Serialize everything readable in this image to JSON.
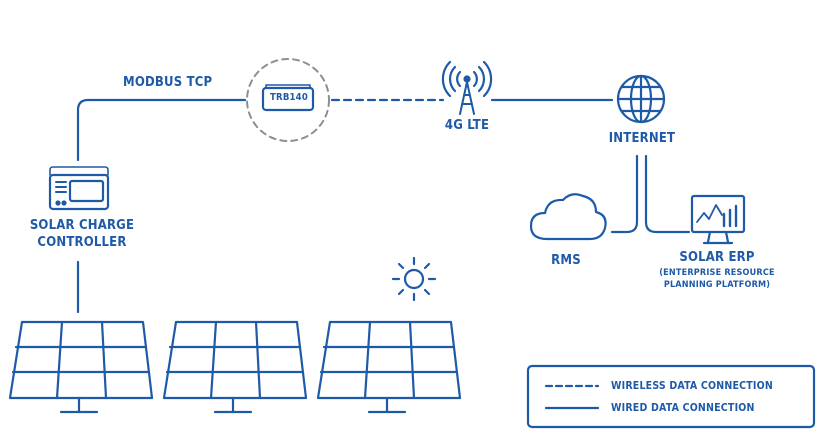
{
  "labels": {
    "modbus": "MODBUS TCP",
    "device": "TRB140",
    "lte": "4G LTE",
    "internet": "INTERNET",
    "controller_line1": "SOLAR CHARGE",
    "controller_line2": "CONTROLLER",
    "rms": "RMS",
    "erp_title": "SOLAR ERP",
    "erp_sub1": "(ENTERPRISE RESOURCE",
    "erp_sub2": "PLANNING PLATFORM)"
  },
  "legend": {
    "wireless": "WIRELESS DATA CONNECTION",
    "wired": "WIRED DATA CONNECTION"
  },
  "colors": {
    "primary": "#1e5aa8",
    "secondary": "#8a8f96"
  }
}
